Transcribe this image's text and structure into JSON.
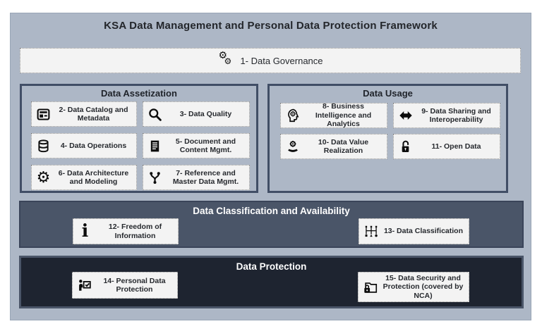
{
  "title": "KSA Data Management and Personal Data Protection Framework",
  "governance": {
    "label": "1- Data Governance",
    "icon": "gears-icon"
  },
  "groups": [
    {
      "title": "Data Assetization",
      "items": [
        {
          "label": "2- Data Catalog and Metadata",
          "icon": "catalog-icon"
        },
        {
          "label": "3- Data Quality",
          "icon": "magnifier-icon"
        },
        {
          "label": "4- Data Operations",
          "icon": "database-icon"
        },
        {
          "label": "5- Document and Content Mgmt.",
          "icon": "document-icon"
        },
        {
          "label": "6- Data Architecture and Modeling",
          "icon": "gear-icon"
        },
        {
          "label": "7- Reference and Master Data Mgmt.",
          "icon": "branch-merge-icon"
        }
      ]
    },
    {
      "title": "Data Usage",
      "items": [
        {
          "label": "8- Business Intelligence and Analytics",
          "icon": "head-gears-icon"
        },
        {
          "label": "9- Data Sharing and Interoperability",
          "icon": "double-arrow-icon"
        },
        {
          "label": "10- Data Value Realization",
          "icon": "hand-gear-icon"
        },
        {
          "label": "11- Open Data",
          "icon": "open-padlock-icon"
        }
      ]
    }
  ],
  "bands": [
    {
      "title": "Data Classification and Availability",
      "items": [
        {
          "label": "12- Freedom of Information",
          "icon": "info-icon"
        },
        {
          "label": "13- Data Classification",
          "icon": "classification-icon"
        }
      ]
    },
    {
      "title": "Data Protection",
      "items": [
        {
          "label": "14- Personal Data Protection",
          "icon": "person-check-icon"
        },
        {
          "label": "15- Data Security and Protection (covered by NCA)",
          "icon": "folder-lock-icon"
        }
      ]
    }
  ],
  "colors": {
    "frame_bg": "#adb7c6",
    "panel_bg": "#f3f3f3",
    "group_border": "#414e66",
    "classification_band": "#4a5568",
    "protection_band": "#1e2430",
    "title_text": "#23262b",
    "light_text": "#ffffff",
    "icon_color": "#0c0c0c"
  }
}
